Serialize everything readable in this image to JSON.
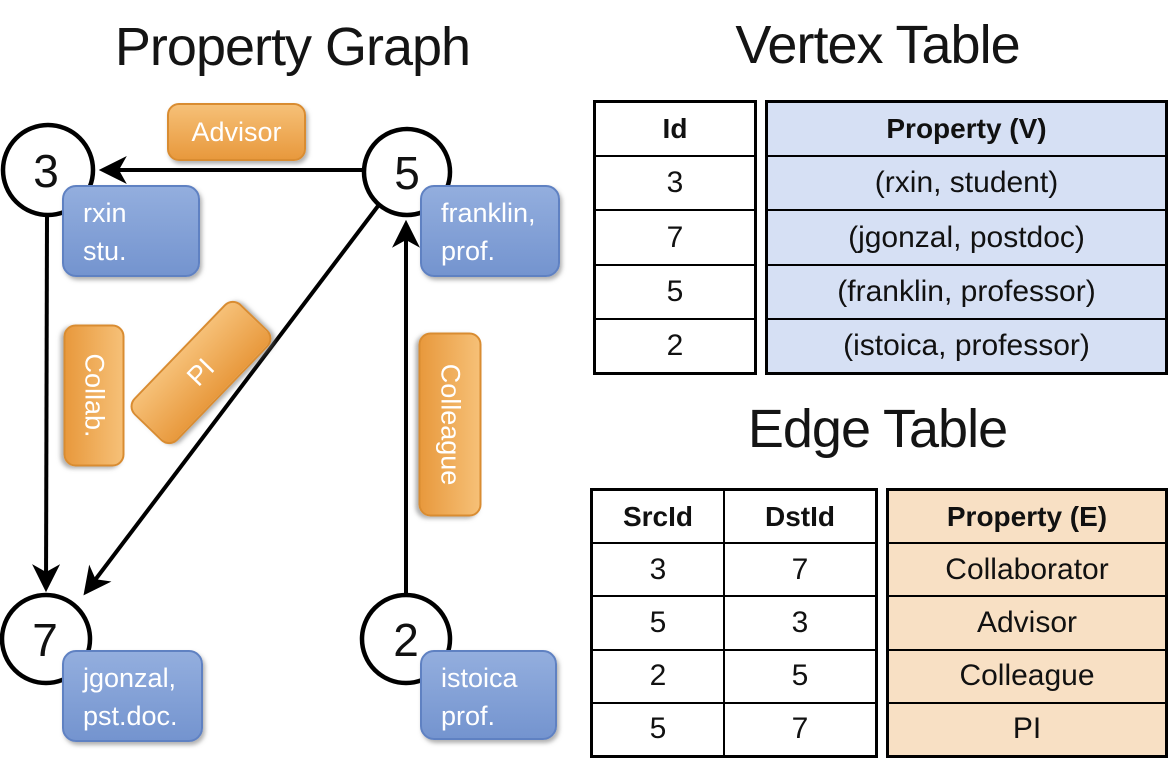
{
  "titles": {
    "graph": "Property Graph",
    "vertex_table": "Vertex Table",
    "edge_table": "Edge Table"
  },
  "graph": {
    "nodes": [
      {
        "id": "3",
        "property_line1": "rxin",
        "property_line2": "stu."
      },
      {
        "id": "5",
        "property_line1": "franklin,",
        "property_line2": "prof."
      },
      {
        "id": "7",
        "property_line1": "jgonzal,",
        "property_line2": "pst.doc."
      },
      {
        "id": "2",
        "property_line1": "istoica",
        "property_line2": "prof."
      }
    ],
    "edge_labels": {
      "advisor": "Advisor",
      "collab": "Collab.",
      "pi": "PI",
      "colleague": "Colleague"
    }
  },
  "vertex_table": {
    "headers": {
      "id": "Id",
      "property": "Property (V)"
    },
    "rows": [
      {
        "id": "3",
        "property": "(rxin, student)"
      },
      {
        "id": "7",
        "property": "(jgonzal, postdoc)"
      },
      {
        "id": "5",
        "property": "(franklin, professor)"
      },
      {
        "id": "2",
        "property": "(istoica, professor)"
      }
    ]
  },
  "edge_table": {
    "headers": {
      "src": "SrcId",
      "dst": "DstId",
      "property": "Property (E)"
    },
    "rows": [
      {
        "src": "3",
        "dst": "7",
        "property": "Collaborator"
      },
      {
        "src": "5",
        "dst": "3",
        "property": "Advisor"
      },
      {
        "src": "2",
        "dst": "5",
        "property": "Colleague"
      },
      {
        "src": "5",
        "dst": "7",
        "property": "PI"
      }
    ]
  },
  "colors": {
    "edge_label_fill": "#F0AC5C",
    "vertex_label_fill": "#86A2D8",
    "vertex_property_bg": "#D6E0F4",
    "edge_property_bg": "#F8E0C4",
    "table_border": "#000000",
    "line": "#000000"
  }
}
